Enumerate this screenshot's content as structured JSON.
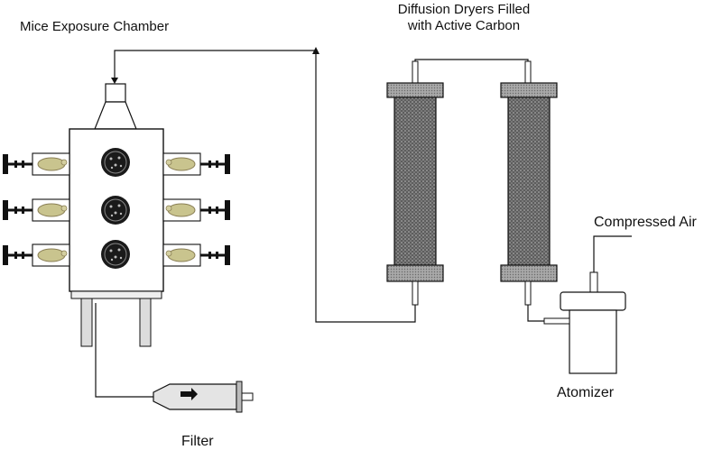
{
  "labels": {
    "chamber": "Mice Exposure Chamber",
    "dryers_line1": "Diffusion Dryers Filled",
    "dryers_line2": "with Active Carbon",
    "compressed_air": "Compressed Air",
    "atomizer": "Atomizer",
    "filter": "Filter"
  },
  "colors": {
    "line": "#111111",
    "chamber_fill": "#ffffff",
    "cap_fill": "#9a9a9a",
    "packing_fill": "#6f6f6f",
    "mouse_fill": "#c9c48e",
    "port_fill": "#1a1a1a",
    "leg_fill": "#dcdcdc"
  }
}
